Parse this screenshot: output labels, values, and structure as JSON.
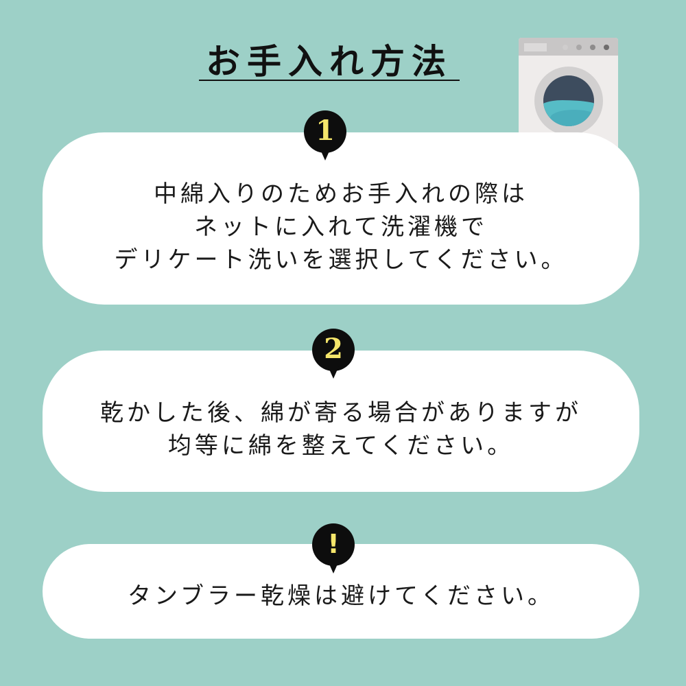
{
  "header": {
    "title": "お手入れ方法"
  },
  "illustration": {
    "icon": "washing-machine-icon",
    "colors": {
      "body": "#efeceb",
      "panel": "#c8c6c6",
      "window": "#3d4c5e",
      "water": "#56bcc6",
      "knobs": [
        "#cfcdcd",
        "#a9a7a7",
        "#8d8b8b",
        "#6e6c6c"
      ]
    }
  },
  "steps": [
    {
      "badge": "1",
      "badge_icon": "number-1-pin-icon",
      "lines": [
        "中綿入りのためお手入れの際は",
        "ネットに入れて洗濯機で",
        "デリケート洗いを選択してください。"
      ]
    },
    {
      "badge": "2",
      "badge_icon": "number-2-pin-icon",
      "lines": [
        "乾かした後、綿が寄る場合がありますが",
        "均等に綿を整えてください。"
      ]
    },
    {
      "badge": "!",
      "badge_icon": "exclamation-pin-icon",
      "lines": [
        "タンブラー乾燥は避けてください。"
      ]
    }
  ],
  "colors": {
    "background": "#9dd0c7",
    "card": "#ffffff",
    "badge": "#0d0d0d",
    "badge_text": "#f5e66b",
    "text": "#1a1a1a"
  }
}
